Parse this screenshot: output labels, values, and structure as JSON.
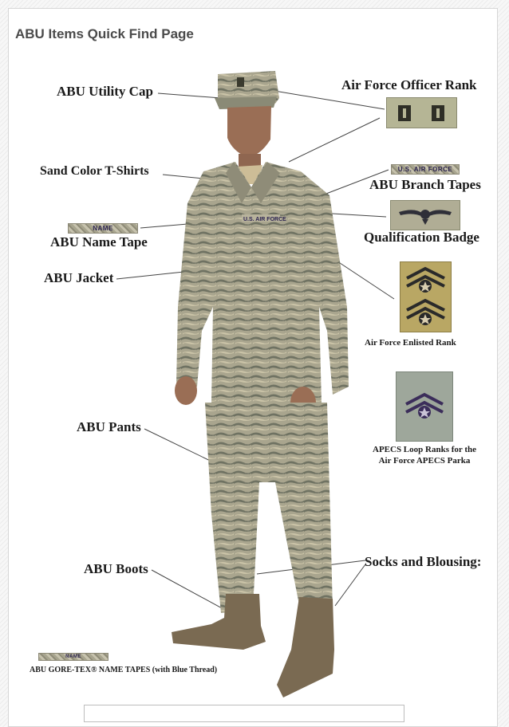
{
  "page": {
    "title": "ABU Items Quick Find Page"
  },
  "labels": {
    "cap": "ABU Utility Cap",
    "tshirts": "Sand Color T-Shirts",
    "name_tape": "ABU Name Tape",
    "jacket": "ABU Jacket",
    "pants": "ABU Pants",
    "boots": "ABU Boots",
    "gore_tex": "ABU GORE-TEX® NAME TAPES (with Blue Thread)",
    "officer_rank": "Air Force Officer Rank",
    "branch_tapes": "ABU Branch Tapes",
    "qual_badge": "Qualification Badge",
    "enlisted_rank": "Air Force Enlisted Rank",
    "apecs_line1": "APECS Loop Ranks for the",
    "apecs_line2": "Air Force APECS Parka",
    "socks": "Socks and Blousing:"
  },
  "tapes": {
    "name_tape_text": "NAME",
    "branch_tape_text": "U.S. AIR FORCE",
    "gore_tex_text": "NAME",
    "jacket_chest_text": "U.S. AIR FORCE"
  },
  "colors": {
    "camo_base": "#a9a58e",
    "camo_dark": "#6f7262",
    "camo_light": "#cbc4a8",
    "boot": "#7a6a52",
    "officer_rank_bg": "#b5b595",
    "enlisted_patch_bg": "#b9a764",
    "apecs_bg": "#9ea79b"
  }
}
